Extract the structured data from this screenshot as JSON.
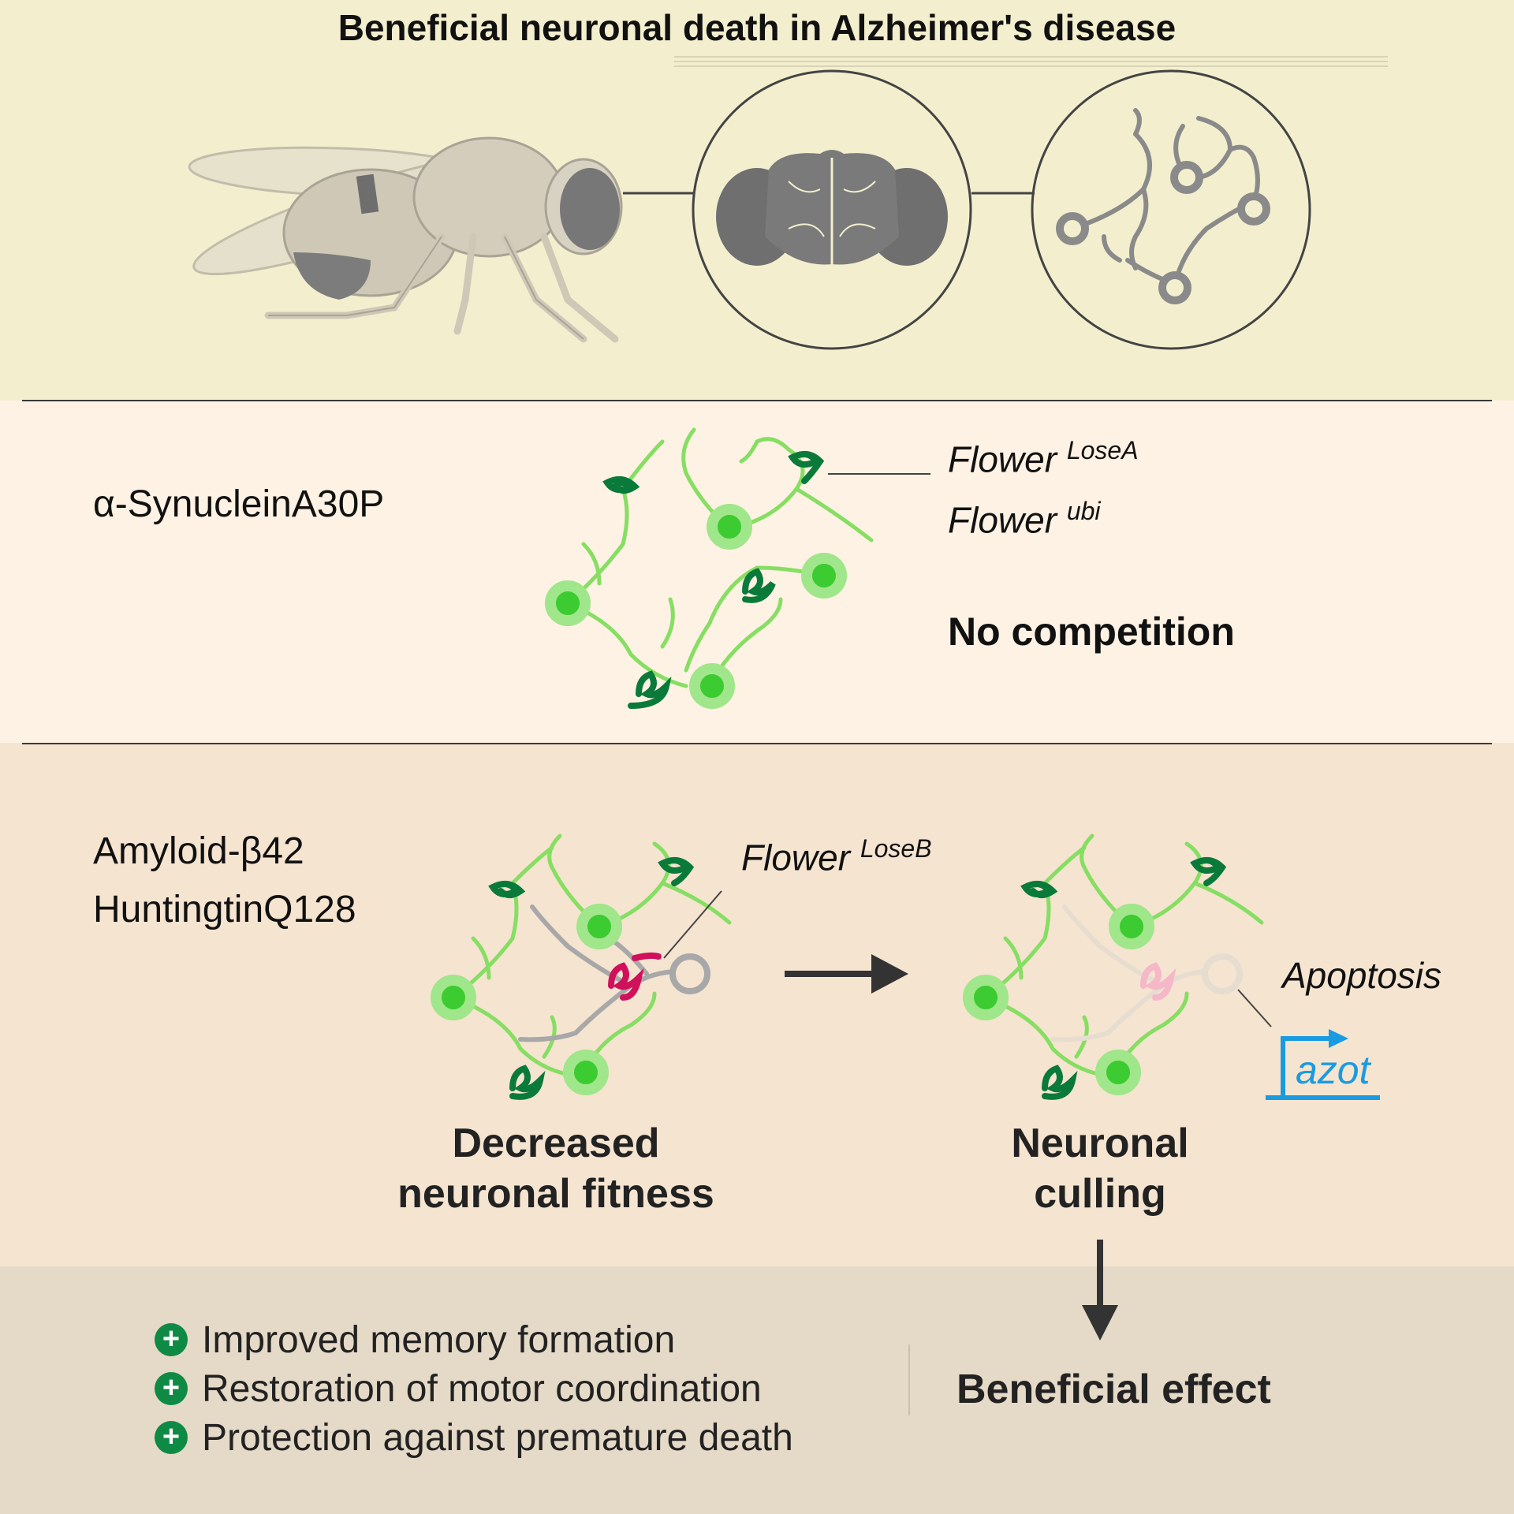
{
  "title": "Beneficial neuronal death in Alzheimer's disease",
  "colors": {
    "top_bg": "#f3efce",
    "mid_bg": "#fdf2e3",
    "lower_bg": "#f5e4d0",
    "bottom_bg": "#e5d9c7",
    "neuron_green": "#7ddd5e",
    "neuron_core": "#3ccb30",
    "flower_dark": "#0a7a3a",
    "flower_lose": "#d0105a",
    "azot_blue": "#1a9be0",
    "fly_gray": "#8f8f8f"
  },
  "panel2": {
    "condition": "α-SynucleinA30P",
    "flower1_base": "Flower",
    "flower1_sup": "LoseA",
    "flower2_base": "Flower",
    "flower2_sup": "ubi",
    "result": "No competition"
  },
  "panel3": {
    "condition_1": "Amyloid-β42",
    "condition_2": "HuntingtinQ128",
    "flower_base": "Flower",
    "flower_sup": "LoseB",
    "apoptosis": "Apoptosis",
    "gene": "azot",
    "left_caption_1": "Decreased",
    "left_caption_2": "neuronal fitness",
    "right_caption_1": "Neuronal",
    "right_caption_2": "culling"
  },
  "panel4": {
    "benefits": [
      "Improved memory formation",
      "Restoration of motor coordination",
      "Protection against premature death"
    ],
    "outcome": "Beneficial effect",
    "plus_icon": "plus-circle-icon"
  }
}
